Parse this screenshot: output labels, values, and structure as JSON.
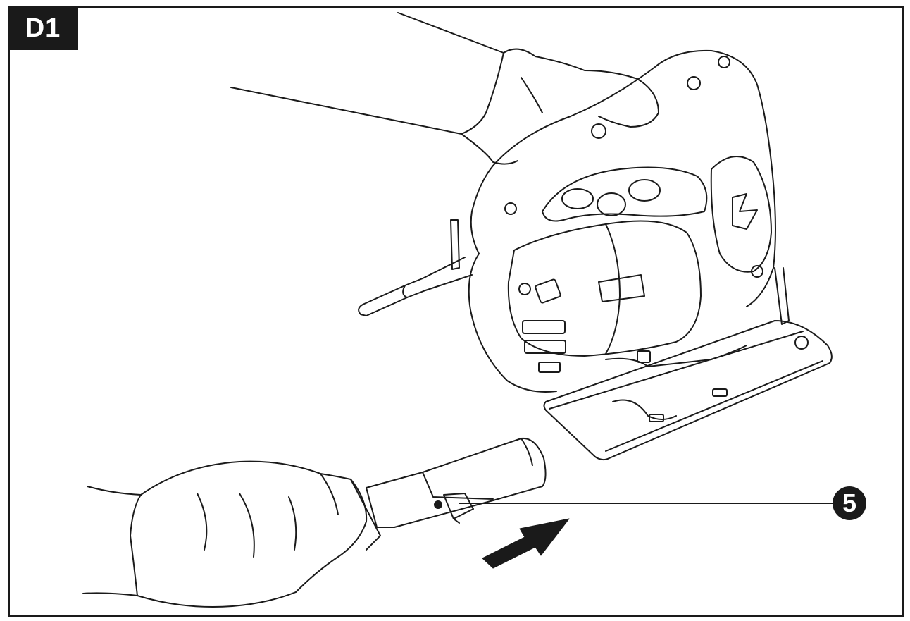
{
  "step_label": "D1",
  "callouts": [
    {
      "number": "5"
    }
  ],
  "colors": {
    "ink": "#1a1a1a",
    "paper": "#ffffff"
  },
  "icons": [
    "jigsaw-illustration",
    "upper-hand-illustration",
    "lower-hand-illustration",
    "blade-attachment-illustration",
    "push-direction-arrow-icon"
  ]
}
